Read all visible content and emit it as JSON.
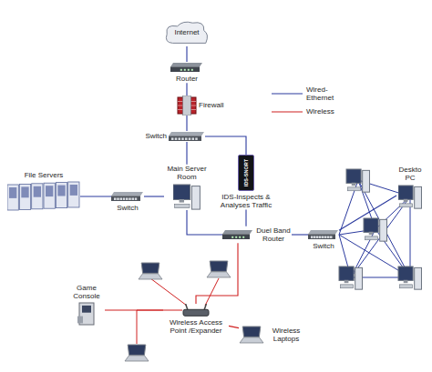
{
  "diagram": {
    "nodes": [
      {
        "text": [
          "Internet"
        ]
      },
      {
        "text": [
          "Router"
        ]
      },
      {
        "text": [
          "Firewall"
        ]
      },
      {
        "text": [
          "Switch"
        ]
      },
      {
        "text": [
          "File Servers"
        ]
      },
      {
        "text": [
          "Switch"
        ]
      },
      {
        "text": [
          "Main Server Room"
        ]
      },
      {
        "text": [
          "IDS-SNORT",
          "IDS-Inspects & Analyses Traffic"
        ]
      },
      {
        "text": [
          "Duel Band Router"
        ]
      },
      {
        "text": [
          "Switch"
        ]
      },
      {
        "text": [
          "Deskto PC"
        ]
      },
      {
        "text": [
          "Game Console"
        ]
      },
      {
        "text": [
          "Wireless Access Point /Expander"
        ]
      },
      {
        "text": [
          "Wireless Laptops"
        ]
      }
    ],
    "edges": [
      {
        "from": 0,
        "to": 1,
        "arrow": "none"
      },
      {
        "from": 1,
        "to": 2,
        "arrow": "none"
      },
      {
        "from": 2,
        "to": 3,
        "arrow": "none"
      },
      {
        "from": 3,
        "to": 6,
        "arrow": "none"
      },
      {
        "from": 3,
        "to": 7,
        "arrow": "none"
      },
      {
        "from": 4,
        "to": 5,
        "arrow": "none"
      },
      {
        "from": 5,
        "to": 6,
        "arrow": "none"
      },
      {
        "from": 6,
        "to": 8,
        "arrow": "none"
      },
      {
        "from": 7,
        "to": 8,
        "arrow": "none"
      },
      {
        "from": 8,
        "to": 9,
        "arrow": "none"
      },
      {
        "from": 9,
        "to": 10,
        "arrow": "none"
      },
      {
        "from": 8,
        "to": 12,
        "arrow": "none"
      },
      {
        "from": 12,
        "to": 11,
        "arrow": "none"
      },
      {
        "from": 12,
        "to": 13,
        "arrow": "none"
      }
    ],
    "legend": [
      {
        "text": "Wired- Ethernet"
      },
      {
        "text": "Wireless"
      }
    ]
  }
}
